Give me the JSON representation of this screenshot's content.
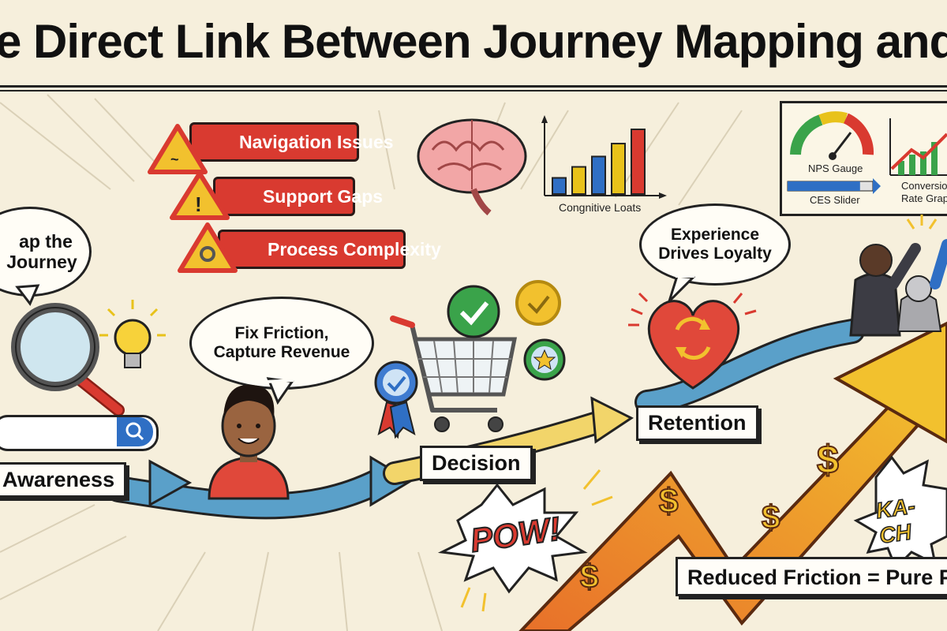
{
  "title": "e Direct Link Between Journey Mapping and Reven",
  "bubbles": {
    "map_journey_line1": "ap the",
    "map_journey_line2": "Journey",
    "fix_friction_line1": "Fix Friction,",
    "fix_friction_line2": "Capture Revenue",
    "experience_line1": "Experience",
    "experience_line2": "Drives Loyalty"
  },
  "issues": [
    "Navigation Issues",
    "Support Gaps",
    "Process Complexity"
  ],
  "stages": {
    "awareness": "Awareness",
    "decision": "Decision",
    "retention": "Retention"
  },
  "cognitive_chart": {
    "caption": "Congnitive Loats",
    "bar_colors": [
      "#2f6fc4",
      "#e8c21a",
      "#2f6fc4",
      "#e8c21a",
      "#d93a30"
    ],
    "bar_levels": [
      0.25,
      0.42,
      0.58,
      0.78,
      1.0
    ]
  },
  "metrics_panel": {
    "nps_label": "NPS Gauge",
    "ces_label": "CES Slider",
    "conversion_line1": "Conversion",
    "conversion_line2": "Rate Graph",
    "ces_level": 0.85,
    "gauge_colors": [
      "#3aa34a",
      "#e8c21a",
      "#d93a30"
    ]
  },
  "sound_effects": {
    "pow": "POW!",
    "kaching": "KA-CH"
  },
  "tagline": "Reduced Friction = Pure P",
  "colors": {
    "accent_red": "#d93a30",
    "path_blue": "#5aa0c9",
    "arrow_yellow": "#f2c12e",
    "arrow_orange": "#e8702a",
    "cream": "#f6efdc"
  },
  "icons": [
    "magnifier-icon",
    "lightbulb-icon",
    "search-button-icon",
    "person-avatar",
    "warning-icon",
    "brain-icon",
    "shopping-cart-icon",
    "check-badge-icon",
    "star-badge-icon",
    "heart-loyalty-icon",
    "dollar-icon",
    "high-five-icon"
  ]
}
